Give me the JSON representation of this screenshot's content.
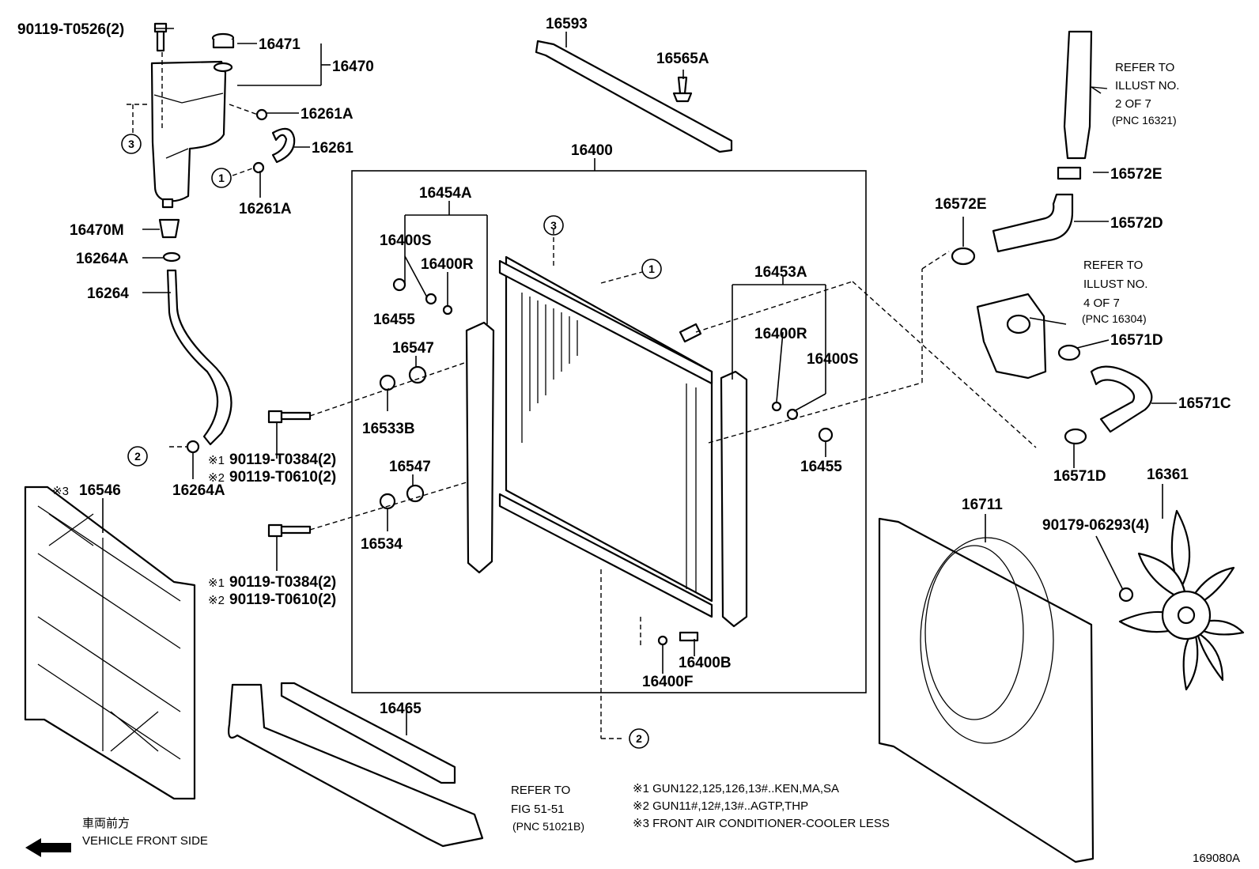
{
  "diagram_id": "169080A",
  "parts": {
    "p90119_T0526": "90119-T0526(2)",
    "p16471": "16471",
    "p16470": "16470",
    "p16261A_top": "16261A",
    "p16261": "16261",
    "p16261A_bot": "16261A",
    "p16470M": "16470M",
    "p16264A_top": "16264A",
    "p16264": "16264",
    "p16264A_bot": "16264A",
    "p16546": "16546",
    "p16593": "16593",
    "p16565A": "16565A",
    "p16400": "16400",
    "p16454A": "16454A",
    "p16400S_left": "16400S",
    "p16400R_left": "16400R",
    "p16455_left": "16455",
    "p16547_top": "16547",
    "p16533B": "16533B",
    "p16547_bot": "16547",
    "p16534": "16534",
    "p16453A": "16453A",
    "p16400R_right": "16400R",
    "p16400S_right": "16400S",
    "p16455_right": "16455",
    "p16400B": "16400B",
    "p16400F": "16400F",
    "p16465": "16465",
    "p16572E_top": "16572E",
    "p16572E_left": "16572E",
    "p16572D": "16572D",
    "p16571D_top": "16571D",
    "p16571C": "16571C",
    "p16571D_bot": "16571D",
    "p16361": "16361",
    "p16711": "16711",
    "p90179_06293": "90179-06293(4)"
  },
  "markers": {
    "m1_top": "※1",
    "m2_top": "※2",
    "m1_bot": "※1",
    "m2_bot": "※2",
    "m3": "※3"
  },
  "bolts": {
    "b1_top": "90119-T0384(2)",
    "b2_top": "90119-T0610(2)",
    "b1_bot": "90119-T0384(2)",
    "b2_bot": "90119-T0610(2)"
  },
  "circles": {
    "c1": "1",
    "c2": "2",
    "c3": "3"
  },
  "references": {
    "ref1": [
      "REFER TO",
      "ILLUST NO.",
      "2 OF 7",
      "(PNC 16321)"
    ],
    "ref2": [
      "REFER TO",
      "ILLUST NO.",
      "4 OF 7",
      "(PNC 16304)"
    ],
    "ref3": [
      "REFER TO",
      "FIG 51-51",
      "(PNC 51021B)"
    ]
  },
  "footnotes": [
    "※1 GUN122,125,126,13#..KEN,MA,SA",
    "※2 GUN11#,12#,13#..AGTP,THP",
    "※3 FRONT AIR CONDITIONER-COOLER LESS"
  ],
  "front_side": {
    "jp": "車両前方",
    "en": "VEHICLE FRONT SIDE"
  }
}
